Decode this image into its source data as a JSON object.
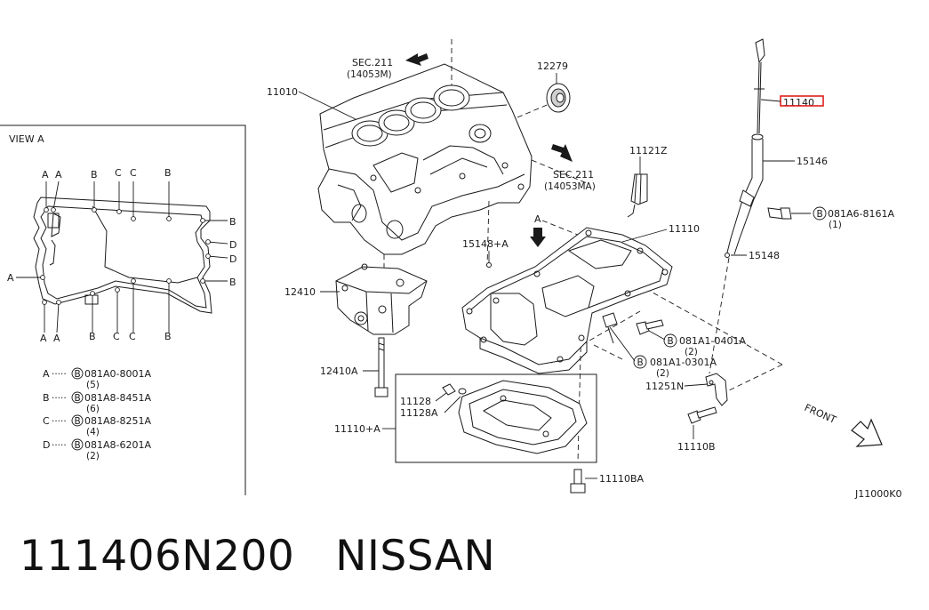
{
  "labels": {
    "view_a": "VIEW A",
    "sec211_top": "SEC.211",
    "sec211_top_sub": "(14053M)",
    "sec211_mid": "SEC.211",
    "sec211_mid_sub": "(14053MA)",
    "p11010": "11010",
    "p12279": "12279",
    "p11140": "11140",
    "p15146": "15146",
    "p11121z": "11121Z",
    "p11110": "11110",
    "p15148a": "15148+A",
    "p15148": "15148",
    "arrow_a": "A",
    "p12410": "12410",
    "p12410a": "12410A",
    "p11128": "11128",
    "p11128a": "11128A",
    "p11110a": "11110+A",
    "p11110ba": "11110BA",
    "p11251n": "11251N",
    "p11110b": "11110B",
    "bolt1_no": "081A6-8161A",
    "bolt1_qty": "(1)",
    "bolt2_no": "081A1-0401A",
    "bolt2_qty": "(2)",
    "bolt3_no": "081A1-0301A",
    "bolt3_qty": "(2)",
    "front": "FRONT",
    "diagram_code": "J11000K0",
    "b_mark": "B"
  },
  "view_a_letters": {
    "top": [
      "A",
      "A",
      "B",
      "C",
      "C",
      "B"
    ],
    "right": [
      "B",
      "D",
      "D",
      "B"
    ],
    "left": [
      "A"
    ],
    "bottom": [
      "A",
      "A",
      "B",
      "C",
      "C",
      "B"
    ]
  },
  "legend": [
    {
      "key": "A",
      "part": "081A0-8001A",
      "qty": "(5)"
    },
    {
      "key": "B",
      "part": "081A8-8451A",
      "qty": "(6)"
    },
    {
      "key": "C",
      "part": "081A8-8251A",
      "qty": "(4)"
    },
    {
      "key": "D",
      "part": "081A8-6201A",
      "qty": "(2)"
    }
  ],
  "footer": {
    "part_number": "111406N200",
    "brand": "NISSAN"
  },
  "colors": {
    "highlight": "#e0201c",
    "ink": "#1a1a1a"
  }
}
